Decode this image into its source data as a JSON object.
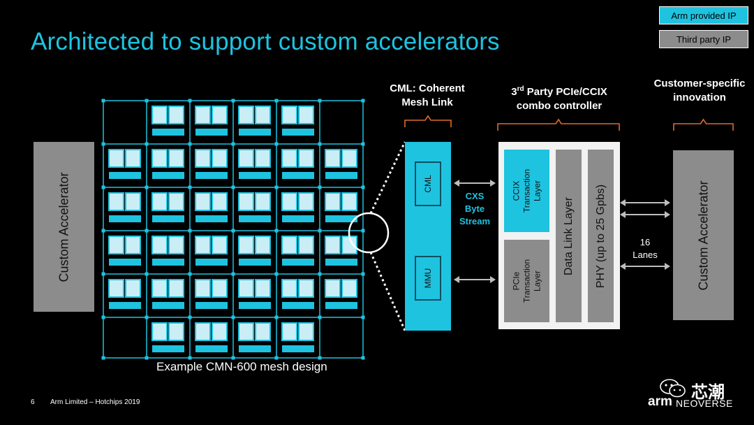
{
  "title": "Architected to support custom accelerators",
  "legend": {
    "arm": "Arm provided IP",
    "third": "Third party IP"
  },
  "left_accelerator": "Custom Accelerator",
  "mesh_caption": "Example CMN-600 mesh design",
  "cml_header": [
    "CML: Coherent",
    "Mesh Link"
  ],
  "cml_box": {
    "top": "CML",
    "bottom": "MMU"
  },
  "cxs_label": [
    "CXS",
    "Byte",
    "Stream"
  ],
  "ctrl_header": {
    "prefix": "3",
    "sup": "rd",
    "line1_rest": " Party PCIe/CCIX",
    "line2": "combo controller"
  },
  "ccix_layer": [
    "CCIX",
    "Transaction",
    "Layer"
  ],
  "pcie_layer": [
    "PCIe",
    "Transaction",
    "Layer"
  ],
  "data_link": "Data Link Layer",
  "phy": "PHY (up to 25 Gpbs)",
  "lanes": [
    "16",
    "Lanes"
  ],
  "cust_header": [
    "Customer-specific",
    "innovation"
  ],
  "right_accelerator": "Custom Accelerator",
  "footer": {
    "page": "6",
    "text": "Arm Limited – Hotchips 2019"
  },
  "watermark": {
    "chinese": "芯潮",
    "arm": "arm",
    "neoverse": "NEOVERSE"
  },
  "colors": {
    "arm": "#1ec3e0",
    "third": "#8c8c8c",
    "bracket": "#e06a2a"
  }
}
